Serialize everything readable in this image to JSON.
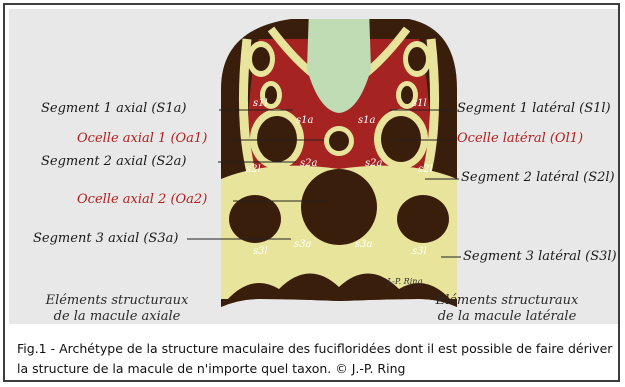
{
  "figure": {
    "labels_left": {
      "s1a": "Segment 1 axial (S1a)",
      "oa1": "Ocelle axial 1 (Oa1)",
      "s2a": "Segment 2 axial (S2a)",
      "oa2": "Ocelle axial 2 (Oa2)",
      "s3a": "Segment 3 axial (S3a)"
    },
    "labels_right": {
      "s1l": "Segment 1 latéral  (S1l)",
      "ol1": "Ocelle latéral (Ol1)",
      "s2l": "Segment 2 latéral  (S2l)",
      "s3l": "Segment 3 latéral  (S3l)"
    },
    "segment_marks": {
      "s1l": "s1l",
      "s1a": "s1a",
      "s2l": "s2l",
      "s2a": "s2a",
      "s3l": "s3l",
      "s3a": "s3a"
    },
    "signature": "J.-P. Ring",
    "footer_left": "Eléments structuraux\nde la macule axiale",
    "footer_right": "Eléments structuraux\nde la macule latérale",
    "colors": {
      "panel": "#e8e8e8",
      "dark_brown": "#3a1e0c",
      "red": "#a52321",
      "yellow": "#e9e49b",
      "green": "#bfdcb4",
      "axial_label": "#b3201f"
    }
  },
  "caption": "Fig.1 - Archétype de la structure maculaire des fucifloridées dont il est possible de faire dériver la structure de la macule de n'importe quel taxon. © J.-P. Ring"
}
